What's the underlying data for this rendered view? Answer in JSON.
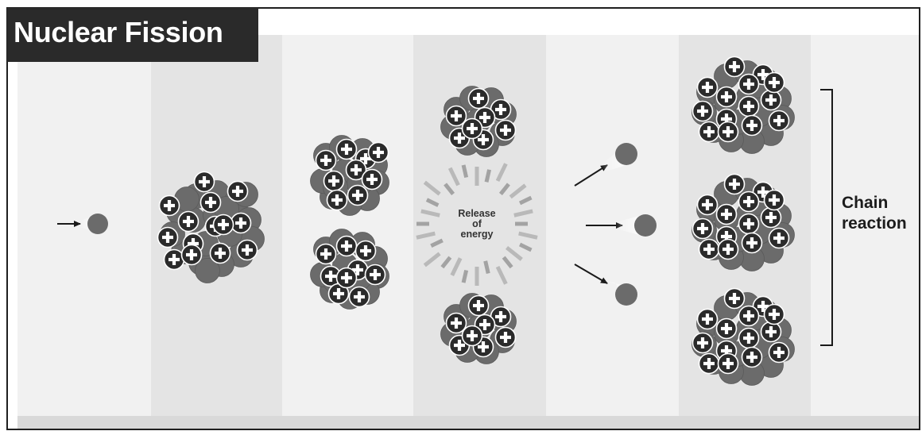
{
  "title": "Nuclear Fission",
  "labels": {
    "energy_line1": "Release",
    "energy_line2": "of",
    "energy_line3": "energy",
    "chain_line1": "Chain",
    "chain_line2": "reaction"
  },
  "colors": {
    "panel_light": "#f1f1f1",
    "panel_dark": "#e4e4e4",
    "neutron": "#6b6b6b",
    "proton": "#2b2b2b",
    "title_bg": "#2a2a2a",
    "border": "#1f1f1f"
  },
  "icons": {
    "proton": "plus-in-dark-circle",
    "neutron": "gray-circle",
    "arrow": "arrow-right"
  }
}
